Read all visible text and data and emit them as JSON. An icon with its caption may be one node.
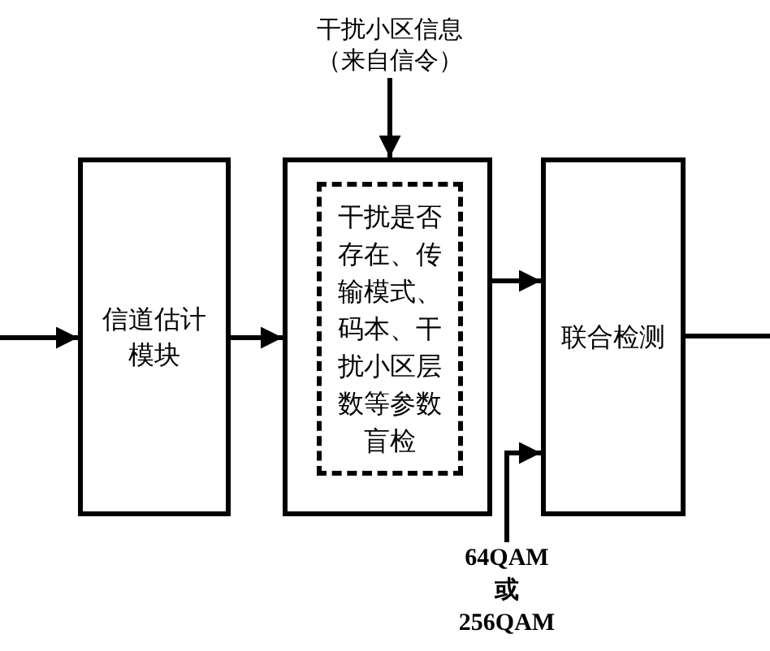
{
  "diagram": {
    "nodes": [
      {
        "text": [
          "信道估计模块"
        ]
      },
      {
        "text": [],
        "shape": "box"
      },
      {
        "text": [
          "干扰是否存在、传输模式、码本、干扰小区层数等参数盲检"
        ],
        "in": 1
      },
      {
        "text": [
          "联合检测"
        ]
      },
      {
        "text": [
          "干扰小区信息（来自信令）"
        ]
      },
      {
        "text": [
          "64QAM",
          "或",
          "256QAM"
        ]
      }
    ],
    "edges": [
      {
        "from": null,
        "to": 0,
        "arrow": "to"
      },
      {
        "from": 0,
        "to": 1,
        "arrow": "to"
      },
      {
        "from": 4,
        "to": 1,
        "arrow": "to"
      },
      {
        "from": 2,
        "to": 3,
        "arrow": "to"
      },
      {
        "from": 5,
        "to": 3,
        "arrow": "to"
      },
      {
        "from": 3,
        "to": null,
        "arrow": "none"
      }
    ]
  }
}
